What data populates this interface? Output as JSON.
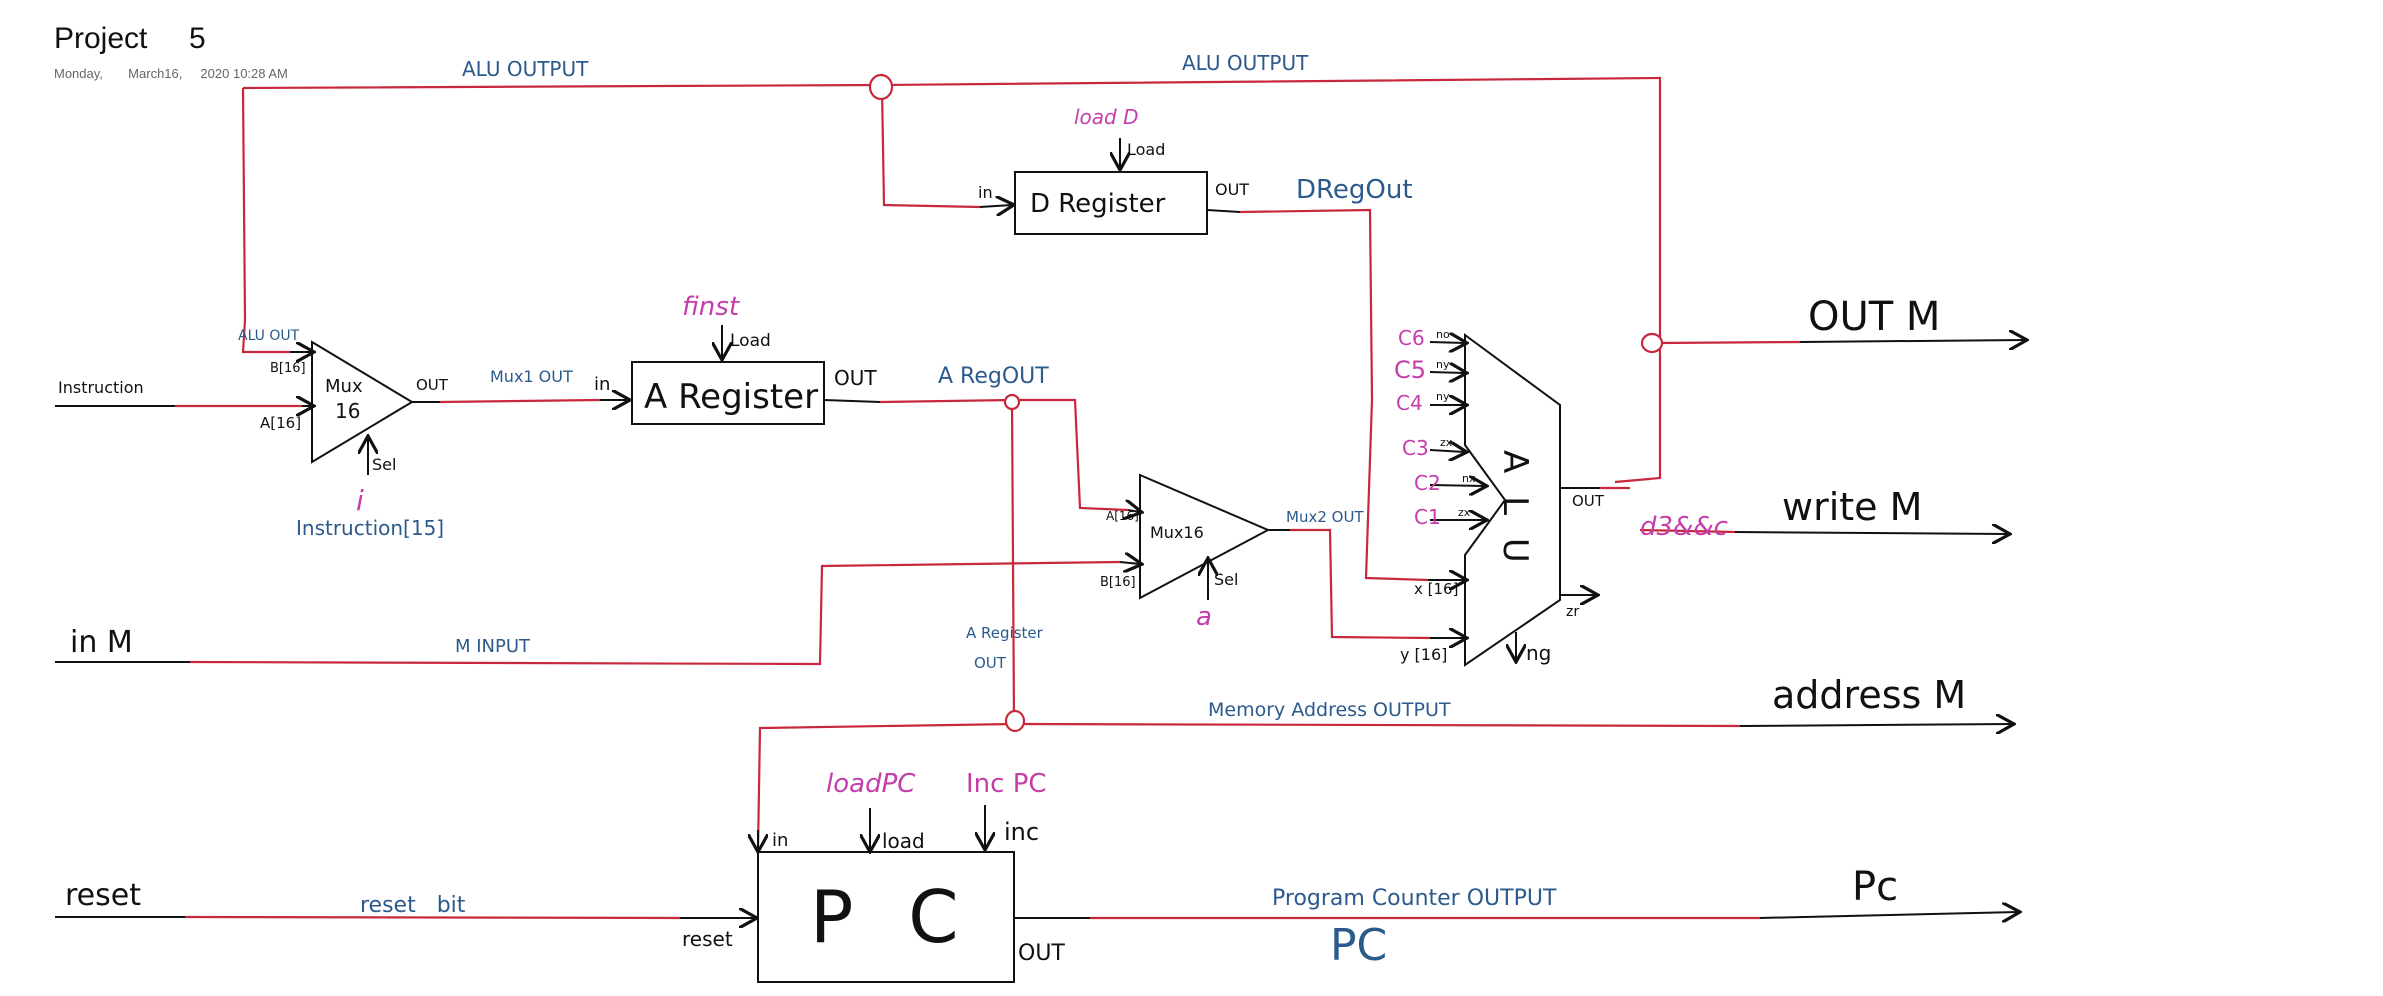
{
  "page": {
    "title": "Project     5",
    "date": "Monday,       March16,     2020 10:28 AM"
  },
  "colors": {
    "wire": "#c8283b",
    "ink": "#111111",
    "blue": "#2c5a8c",
    "magenta": "#c43dab"
  },
  "labels": {
    "alu_output_left": "ALU OUTPUT",
    "alu_output_right": "ALU OUTPUT",
    "load_d": "load D",
    "d_load": "Load",
    "d_in": "in",
    "d_register": "D Register",
    "d_out": "OUT",
    "d_reg_out": "DRegOut",
    "alu_out_small": "ALU OUT",
    "mux1_b": "B[16]",
    "mux1_a": "A[16]",
    "mux1_name": "Mux",
    "mux1_num": "16",
    "mux1_out": "OUT",
    "mux1_sel": "Sel",
    "i_label": "i",
    "instruction_15": "Instruction[15]",
    "instruction": "Instruction",
    "mux1_out_wire": "Mux1 OUT",
    "a_in": "in",
    "finst": "finst",
    "a_load": "Load",
    "a_register": "A Register",
    "a_out": "OUT",
    "a_reg_out": "A RegOUT",
    "mux2_a": "A[16]",
    "mux2_b": "B[16]",
    "mux2_name": "Mux16",
    "mux2_sel": "Sel",
    "mux2_out_wire": "Mux2 OUT",
    "a_label": "a",
    "in_m": "in M",
    "m_input": "M INPUT",
    "a_register_out_1": "A Register",
    "a_register_out_2": "OUT",
    "memory_address_output": "Memory Address OUTPUT",
    "address_m": "address M",
    "out_m": "OUT M",
    "write_m": "write M",
    "d3_and_c": "d3&&c",
    "c6": "C6",
    "c5": "C5",
    "c4": "C4",
    "c3": "C3",
    "c2": "C2",
    "c1": "C1",
    "c6_pin": "no",
    "c5_pin": "ny",
    "c4_pin": "ny",
    "c3_pin": "zx",
    "c2_pin": "nx",
    "c1_pin": "zx",
    "alu_x": "x [16]",
    "alu_y": "y [16]",
    "alu_letters": "A L U",
    "alu_out": "OUT",
    "alu_zr": "zr",
    "alu_ng": "ng",
    "load_pc": "loadPC",
    "inc_pc": "Inc PC",
    "pc_in": "in",
    "pc_load": "load",
    "pc_inc": "inc",
    "pc_name": "P C",
    "pc_reset": "reset",
    "pc_out": "OUT",
    "reset": "reset",
    "reset_bit": "reset   bit",
    "program_counter_output": "Program Counter OUTPUT",
    "pc_big": "PC",
    "pc_output": "Pc"
  }
}
